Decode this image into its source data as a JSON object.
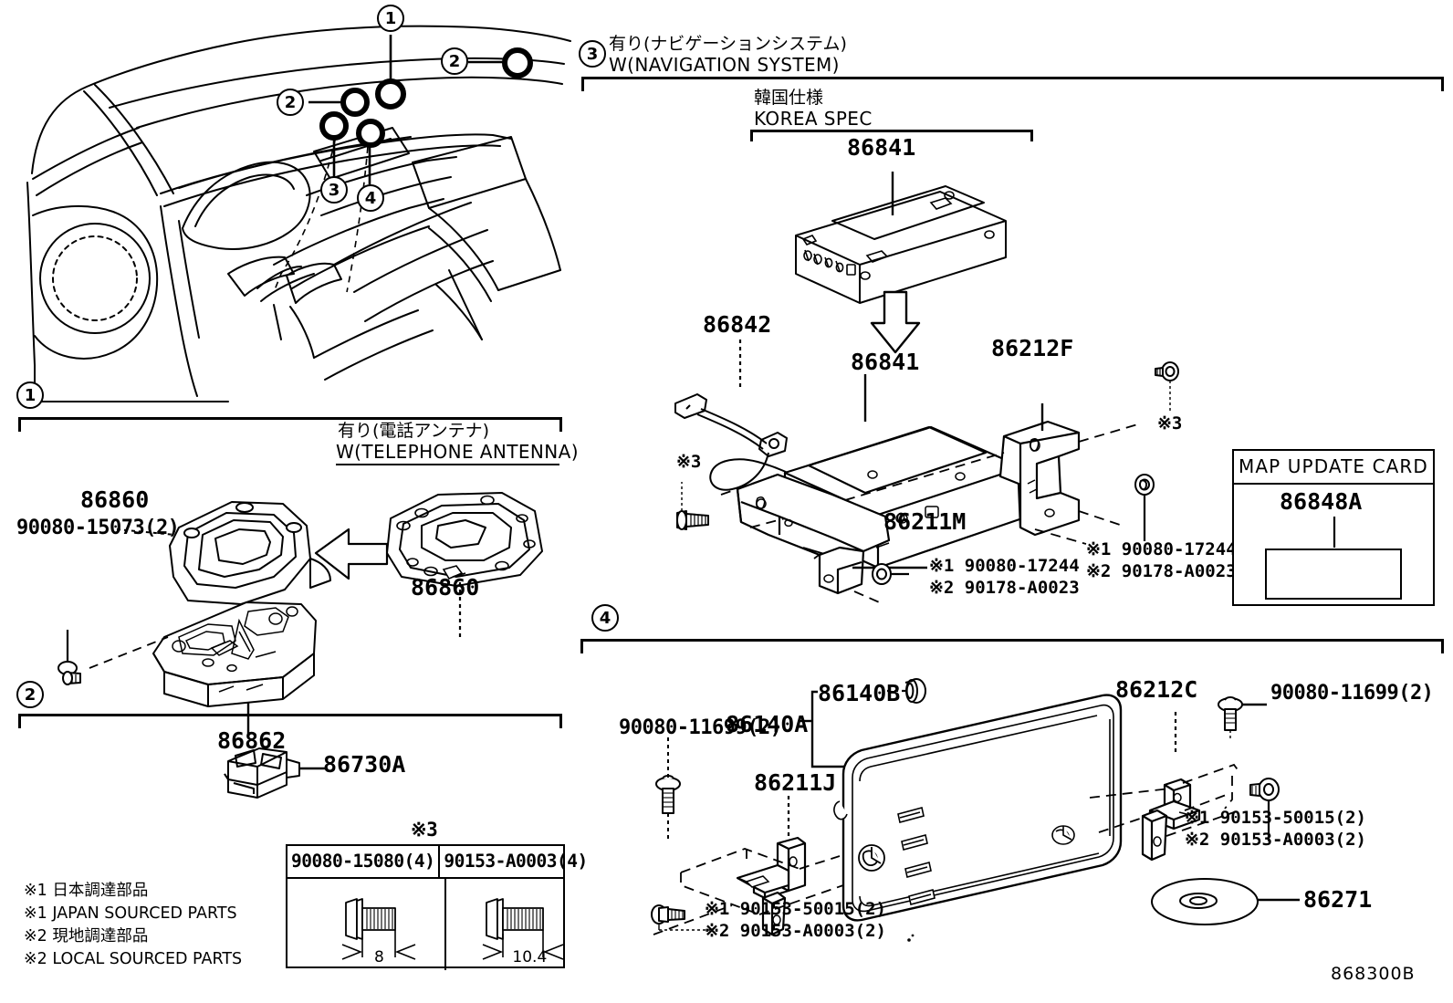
{
  "diagram": {
    "drawing_number": "868300B"
  },
  "callouts": {
    "c1": "1",
    "c2a": "2",
    "c2b": "2",
    "c3": "3",
    "c4": "4"
  },
  "sections": {
    "sec1": {
      "number": "1",
      "title_jp": "有り(電話アンテナ)",
      "title_en": "W(TELEPHONE ANTENNA)",
      "parts": {
        "antenna_cover": "86860",
        "antenna_unit": "86860",
        "antenna_bracket": "86862",
        "screw": "90080-15073(2)"
      }
    },
    "sec2": {
      "number": "2",
      "parts": {
        "switch": "86730A"
      }
    },
    "sec3": {
      "number": "3",
      "title_jp": "有り(ナビゲーションシステム)",
      "title_en": "W(NAVIGATION SYSTEM)",
      "korea": {
        "title_jp": "韓国仕様",
        "title_en": "KOREA SPEC",
        "part": "86841"
      },
      "parts": {
        "nav_unit": "86841",
        "antenna_cord": "86842",
        "bracket_right": "86212F",
        "bracket_left": "86211M"
      },
      "fasteners": {
        "mark3_left": "※3",
        "mark3_right": "※3",
        "bolt_center_1": "※1 90080-17244",
        "bolt_center_2": "※2 90178-A0023",
        "bolt_right_1": "※1 90080-17244",
        "bolt_right_2": "※2 90178-A0023"
      }
    },
    "sec4": {
      "number": "4",
      "parts": {
        "display_assy": "86140A",
        "display_cap": "86140B",
        "bracket_left": "86211J",
        "bracket_right": "86212C",
        "disc": "86271"
      },
      "fasteners": {
        "screw_left": "90080-11699(2)",
        "screw_right": "90080-11699(2)",
        "bolt_left_1": "※1 90153-50015(2)",
        "bolt_left_2": "※2 90153-A0003(2)",
        "bolt_right_1": "※1 90153-50015(2)",
        "bolt_right_2": "※2 90153-A0003(2)"
      }
    }
  },
  "map_update_card": {
    "title": "MAP UPDATE CARD",
    "part": "86848A"
  },
  "bolt_table": {
    "mark": "※3",
    "columns": [
      {
        "header": "90080-15080(4)",
        "dimension": "8"
      },
      {
        "header": "90153-A0003(4)",
        "dimension": "10.4"
      }
    ]
  },
  "legend": {
    "line1": "※1 日本調達部品",
    "line2": "※1 JAPAN SOURCED PARTS",
    "line3": "※2 現地調達部品",
    "line4": "※2 LOCAL SOURCED PARTS"
  }
}
